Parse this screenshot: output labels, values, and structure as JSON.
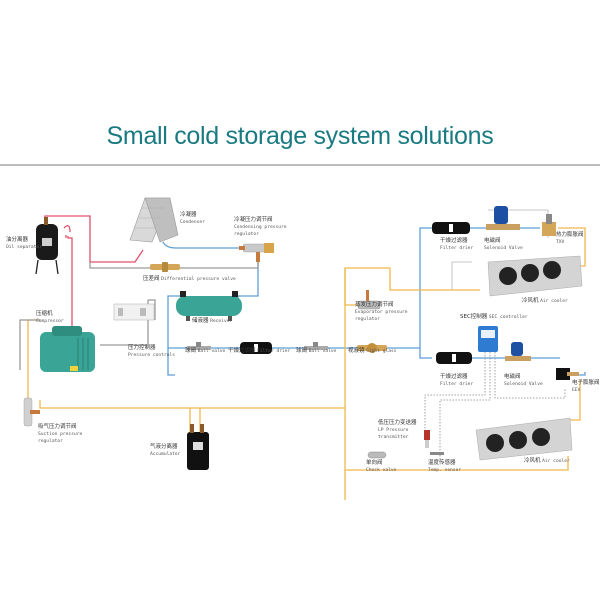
{
  "title": "Small cold storage system solutions",
  "colors": {
    "title": "#1a7a82",
    "discharge_line": "#e0506a",
    "liquid_line": "#5d9fd6",
    "suction_line": "#f2b84b",
    "control_line": "#8a8a8a",
    "compressor": "#3aa596",
    "receiver": "#3aa596"
  },
  "components": {
    "oil_separator": {
      "cn": "油分离器",
      "en": "Oil separator"
    },
    "condenser": {
      "cn": "冷凝器",
      "en": "Condenser"
    },
    "condensing_pressure_regulator": {
      "cn": "冷凝压力调节阀",
      "en": "Condensing pressure",
      "en2": "regulator"
    },
    "differential_pressure_valve": {
      "cn": "压差阀",
      "en": "Differential pressure valve"
    },
    "compressor": {
      "cn": "压缩机",
      "en": "Compressor"
    },
    "pressure_controls": {
      "cn": "压力控制器",
      "en": "Pressure controls"
    },
    "receiver": {
      "cn": "储液器",
      "en": "Receiver"
    },
    "ball_valve_1": {
      "cn": "球阀",
      "en": "Ball valve"
    },
    "filter_drier_main": {
      "cn": "干燥过滤器",
      "en": "Filter drier"
    },
    "ball_valve_2": {
      "cn": "球阀",
      "en": "Ball valve"
    },
    "sight_glass": {
      "cn": "视液镜",
      "en": "Sight glass"
    },
    "evaporator_pressure_regulator": {
      "cn": "蒸发压力调节阀",
      "en": "Evaporator pressure",
      "en2": "regulator"
    },
    "filter_drier_upper": {
      "cn": "干燥过滤器",
      "en": "Filter drier"
    },
    "solenoid_valve_upper": {
      "cn": "电磁阀",
      "en": "Solenoid Valve"
    },
    "txv": {
      "cn": "热力膨胀阀",
      "en": "TXV"
    },
    "air_cooler_upper": {
      "cn": "冷风机",
      "en": "Air cooler"
    },
    "sec_controller": {
      "cn": "SEC控制器",
      "en": "SEC controller"
    },
    "filter_drier_lower": {
      "cn": "干燥过滤器",
      "en": "Filter drier"
    },
    "solenoid_valve_lower": {
      "cn": "电磁阀",
      "en": "Solenoid Valve"
    },
    "eev": {
      "cn": "电子膨胀阀",
      "en": "EEV"
    },
    "suction_pressure_regulator": {
      "cn": "吸气压力调节阀",
      "en": "Suction pressure",
      "en2": "regulator"
    },
    "accumulator": {
      "cn": "气液分离器",
      "en": "Accumulator"
    },
    "lp_transmitter": {
      "cn": "低压压力变送器",
      "en": "LP Pressure",
      "en2": "transmitter"
    },
    "check_valve": {
      "cn": "单向阀",
      "en": "Check valve"
    },
    "temp_sensor": {
      "cn": "温度传感器",
      "en": "Temp. sensor"
    },
    "air_cooler_lower": {
      "cn": "冷风机",
      "en": "Air cooler"
    }
  }
}
